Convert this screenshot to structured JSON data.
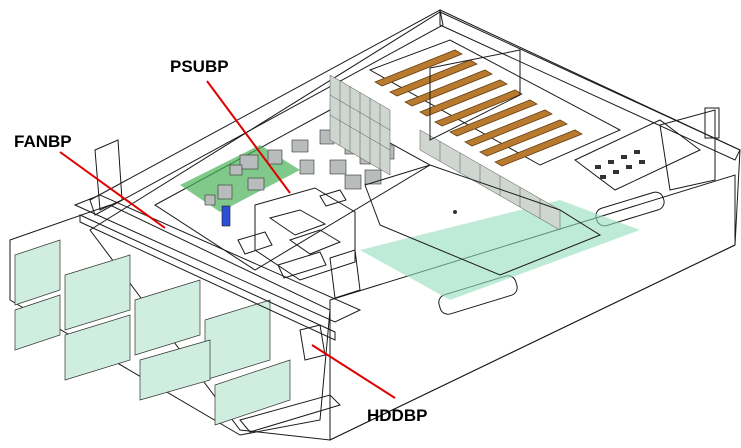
{
  "labels": {
    "psubp": "PSUBP",
    "fanbp": "FANBP",
    "hddbp": "HDDBP"
  },
  "colors": {
    "chassis": "#9ee3c4",
    "chassis_dark": "#6fc7a3",
    "board": "#2f9e4a",
    "slot": "#b87a2f",
    "riser_blue": "#57c3e6",
    "duct_purple": "#a898c8",
    "bracket_purple": "#b7a6d8",
    "psubp_tan": "#c8ad8f",
    "component_gray": "#b9bcbc",
    "red_part": "#d8262a",
    "callout_line": "#e00000"
  }
}
